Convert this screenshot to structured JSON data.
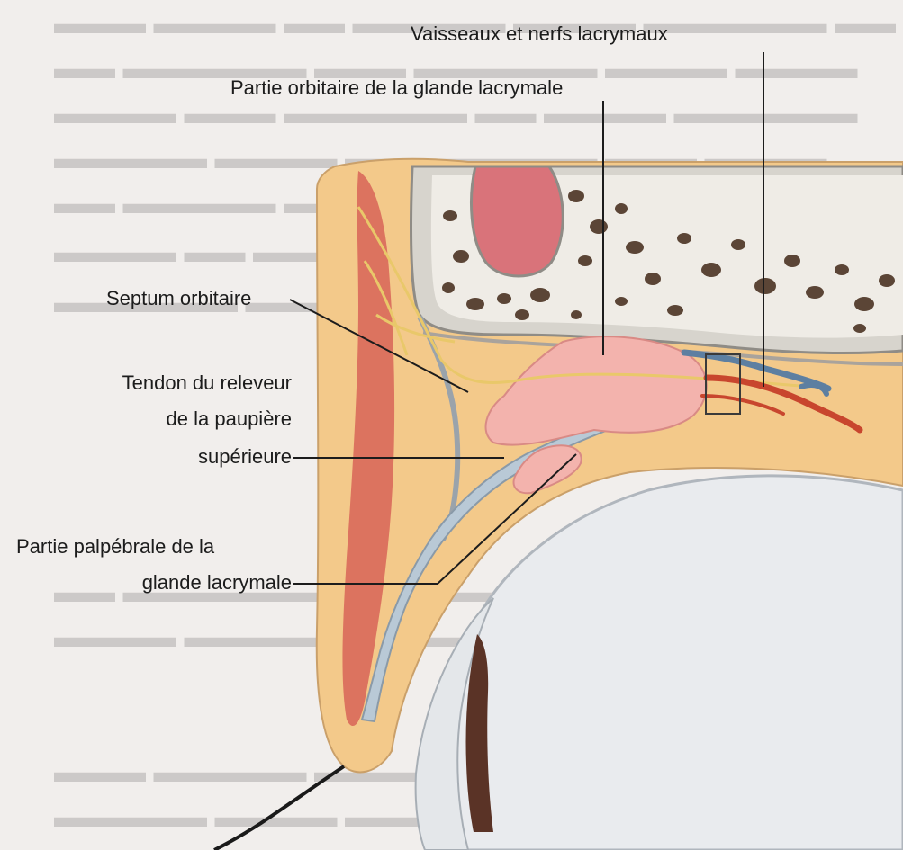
{
  "colors": {
    "background": "#f1eeec",
    "skin": "#f3c98a",
    "muscle": "#d9695a",
    "bone_cortex": "#d7d4cd",
    "bone_marrow": "#efece6",
    "sinus": "#d9737a",
    "gland": "#f3b3ad",
    "tendon": "#b9c9d6",
    "eyeball": "#e9ebee",
    "iris": "#5a3326",
    "vessel_red": "#c8462e",
    "vessel_blue": "#5d7fa1",
    "nerve": "#e9c86a",
    "leader_line": "#1c1c1c"
  },
  "labels": {
    "vessels": "Vaisseaux et nerfs lacrymaux",
    "orbital_part": "Partie orbitaire de la glande lacrymale",
    "septum": "Septum orbitaire",
    "tendon_l1": "Tendon du releveur",
    "tendon_l2": "de la paupière",
    "tendon_l3": "supérieure",
    "palpebral_l1": "Partie palpébrale de la",
    "palpebral_l2": "glande lacrymale"
  }
}
